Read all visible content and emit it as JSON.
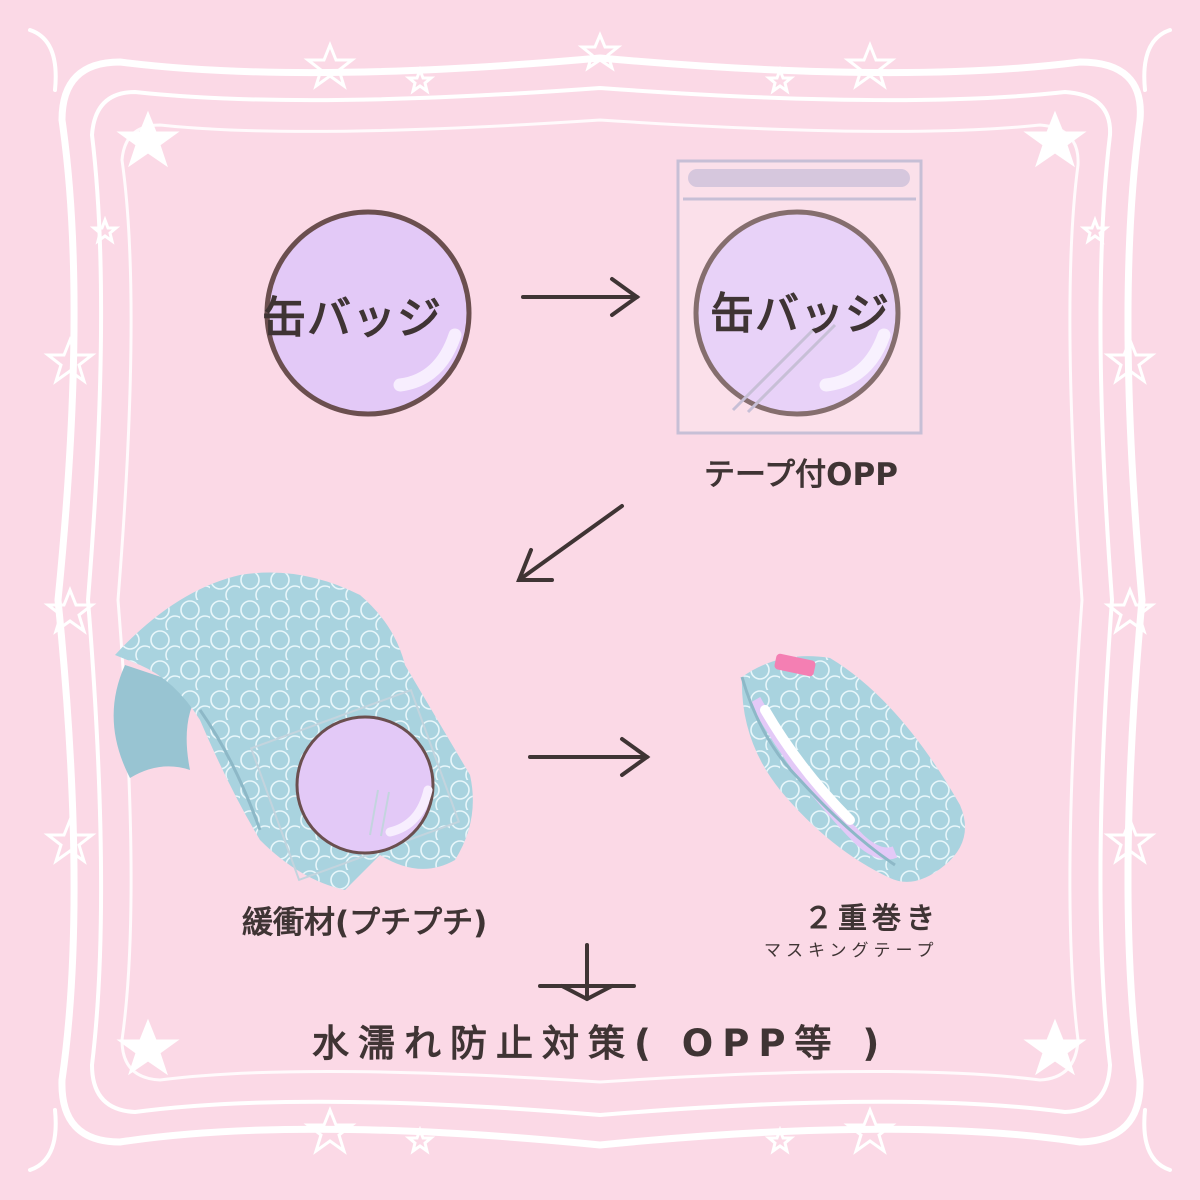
{
  "badge_label": "缶バッジ",
  "step_opp_label": "テープ付OPP",
  "step_bubble_label": "緩衝材(プチプチ)",
  "step_double_label": "２重巻き",
  "step_tape_label": "マスキングテープ",
  "final_label": "水濡れ防止対策(  OPP等  )",
  "colors": {
    "background": "#fbd9e6",
    "frame": "#ffffff",
    "badge_fill": "#e3c9f7",
    "badge_stroke": "#6b4f4f",
    "bubble_wrap": "#a9d3df",
    "arrow": "#3f3434",
    "tape": "#f47fb3"
  },
  "icons": [
    "star-icon",
    "arrow-right-icon",
    "arrow-down-left-icon",
    "arrow-down-icon"
  ]
}
